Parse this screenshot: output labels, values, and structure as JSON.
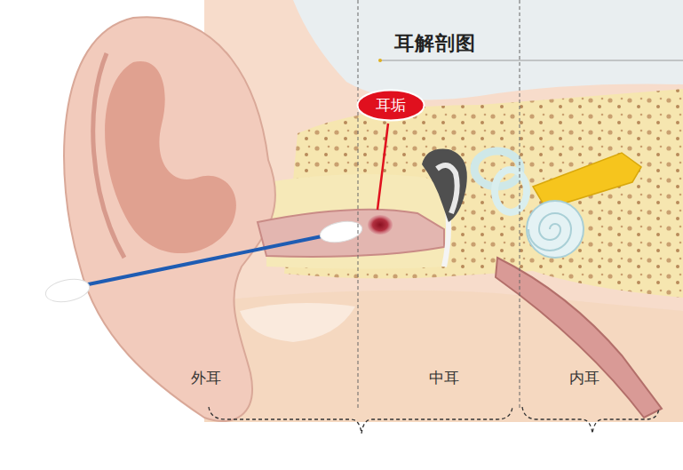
{
  "diagram": {
    "title": "耳解剖图",
    "nodes": [
      {
        "text": [
          "耳垢"
        ]
      }
    ],
    "labels": [
      "外耳",
      "中耳",
      "内耳"
    ]
  }
}
